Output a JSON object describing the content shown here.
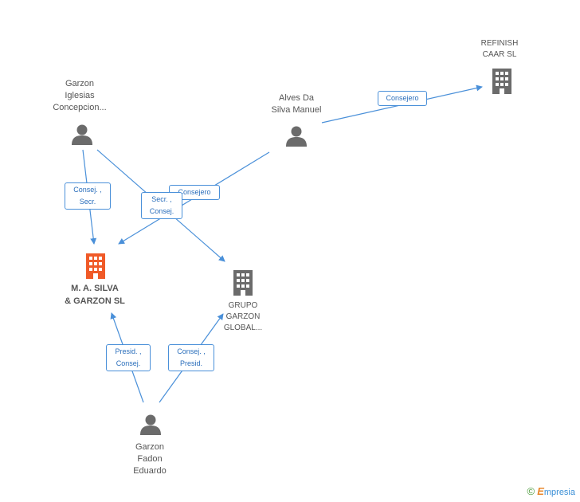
{
  "nodes": {
    "garzon_iglesias": {
      "lines": [
        "Garzon",
        "Iglesias",
        "Concepcion..."
      ],
      "type": "person"
    },
    "alves_da_silva": {
      "lines": [
        "Alves Da",
        "Silva Manuel"
      ],
      "type": "person"
    },
    "refinish": {
      "lines": [
        "REFINISH",
        "CAAR SL"
      ],
      "type": "company"
    },
    "ma_silva": {
      "lines": [
        "M. A. SILVA",
        "& GARZON SL"
      ],
      "type": "company-main"
    },
    "grupo_garzon": {
      "lines": [
        "GRUPO",
        "GARZON",
        "GLOBAL..."
      ],
      "type": "company"
    },
    "garzon_fadon": {
      "lines": [
        "Garzon",
        "Fadon",
        "Eduardo"
      ],
      "type": "person"
    }
  },
  "roles": {
    "consejero_refinish": [
      "Consejero"
    ],
    "consej_secr": [
      "Consej. ,",
      "Secr."
    ],
    "secr_consej": [
      "Secr. ,",
      "Consej."
    ],
    "consejero_mid": [
      "Consejero"
    ],
    "presid_consej": [
      "Presid. ,",
      "Consej."
    ],
    "consej_presid": [
      "Consej. ,",
      "Presid."
    ]
  },
  "colors": {
    "edge": "#4a90d9",
    "person_icon": "#6b6b6b",
    "company_icon": "#6b6b6b",
    "main_company_icon": "#f05a28"
  },
  "brand": {
    "copyright": "©",
    "name": "mpresia",
    "initial": "E"
  }
}
